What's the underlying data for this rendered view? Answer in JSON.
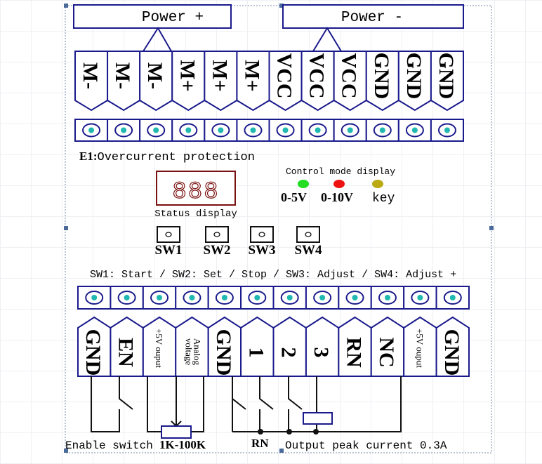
{
  "power_plus": {
    "label": "Power +"
  },
  "power_minus": {
    "label": "Power -"
  },
  "top_terminals": [
    "M-",
    "M-",
    "M-",
    "M+",
    "M+",
    "M+",
    "VCC",
    "VCC",
    "VCC",
    "GND",
    "GND",
    "GND"
  ],
  "e1_label": {
    "code": "E1:",
    "text": "Overcurrent protection"
  },
  "status_display": {
    "digits": "888",
    "label": "Status display"
  },
  "control_mode": {
    "title": "Control mode display",
    "leds": [
      {
        "label": "0-5V",
        "color": "#22dd22",
        "bold": true
      },
      {
        "label": "0-10V",
        "color": "#ee1111",
        "bold": true
      },
      {
        "label": "key",
        "color": "#bbaa11",
        "bold": false
      }
    ]
  },
  "switches": [
    "SW1",
    "SW2",
    "SW3",
    "SW4"
  ],
  "switch_description": "SW1: Start / SW2: Set / Stop / SW3: Adjust / SW4: Adjust +",
  "bottom_terminals": [
    {
      "label": "GND",
      "style": "big"
    },
    {
      "label": "EN",
      "style": "big"
    },
    {
      "label": "+5V ouput",
      "style": "small"
    },
    {
      "label": "Analog voltage",
      "line1": "Analog",
      "line2": "voltage",
      "style": "small2"
    },
    {
      "label": "GND",
      "style": "big"
    },
    {
      "label": "1",
      "style": "big"
    },
    {
      "label": "2",
      "style": "big"
    },
    {
      "label": "3",
      "style": "big"
    },
    {
      "label": "RN",
      "style": "big"
    },
    {
      "label": "NC",
      "style": "big"
    },
    {
      "label": "+5V ouput",
      "style": "small"
    },
    {
      "label": "GND",
      "style": "big"
    }
  ],
  "bottom_labels": {
    "enable_switch": "Enable switch",
    "pot_range": "1K-100K",
    "rn": "RN",
    "output_current": "Output peak current 0.3A"
  },
  "colors": {
    "outline": "#1a1a8c",
    "terminal_dot": "#20b8b0",
    "display": "#7a1010",
    "wire": "#111111"
  }
}
